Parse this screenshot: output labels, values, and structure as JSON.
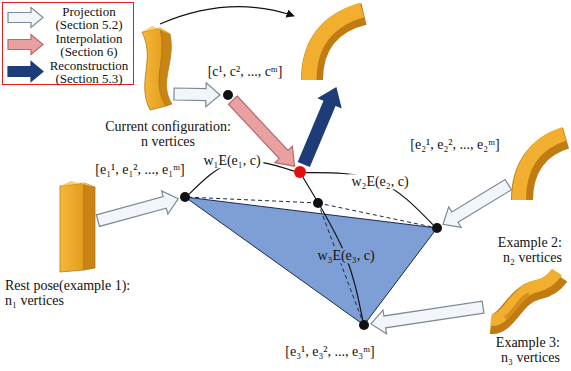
{
  "diagram": {
    "nodes": [
      {
        "text": [
          "[c¹, c², ..., cᵐ]",
          "Current configuration: n vertices"
        ]
      },
      {
        "text": []
      },
      {
        "text": [
          "[e₁¹, e₁², ..., e₁ᵐ]"
        ]
      },
      {
        "text": [
          "[e₂¹, e₂², ..., e₂ᵐ]"
        ]
      },
      {
        "text": [
          "[e₃¹, e₃², ..., e₃ᵐ]"
        ]
      },
      {
        "text": [
          "Rest pose(example 1): n₁ vertices"
        ]
      },
      {
        "text": [
          "Example 2: n₂ vertices"
        ]
      },
      {
        "text": [
          "Example 3: n₃ vertices"
        ]
      }
    ],
    "edges": [
      {
        "from": 5,
        "to": 2,
        "arrow": "to"
      },
      {
        "from": 6,
        "to": 3,
        "arrow": "to"
      },
      {
        "from": 7,
        "to": 4,
        "arrow": "to"
      },
      {
        "from": 0,
        "to": 1,
        "arrow": "to"
      },
      {
        "from": 2,
        "to": 1,
        "label": "w₁E(e₁, c)",
        "arrow": "none"
      },
      {
        "from": 3,
        "to": 1,
        "label": "w₂E(e₂, c)",
        "arrow": "none"
      },
      {
        "from": 4,
        "to": 1,
        "label": "w₃E(e₃, c)",
        "arrow": "none"
      }
    ],
    "legend": [
      {
        "text": "Projection (Section 5.2)"
      },
      {
        "text": "Interpolation (Section 6)"
      },
      {
        "text": "Reconstruction (Section 5.3)"
      }
    ]
  }
}
